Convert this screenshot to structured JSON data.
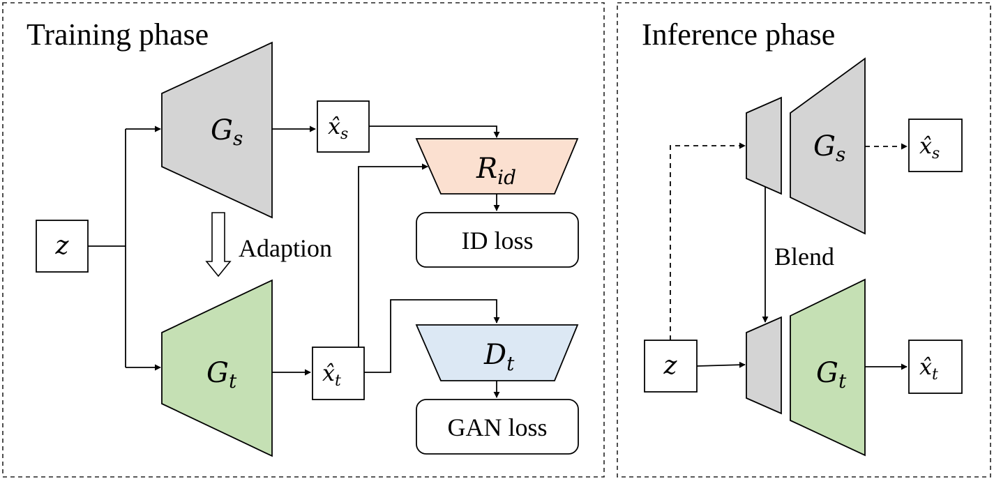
{
  "training": {
    "title": "Training phase",
    "z": "z",
    "gs": {
      "main": "G",
      "sub": "s"
    },
    "gt": {
      "main": "G",
      "sub": "t"
    },
    "xs": {
      "main": "x̂",
      "sub": "s"
    },
    "xt": {
      "main": "x̂",
      "sub": "t"
    },
    "rid": {
      "main": "R",
      "sub": "id"
    },
    "dt": {
      "main": "D",
      "sub": "t"
    },
    "adaption": "Adaption",
    "id_loss": "ID loss",
    "gan_loss": "GAN loss"
  },
  "inference": {
    "title": "Inference phase",
    "z": "z",
    "gs": {
      "main": "G",
      "sub": "s"
    },
    "gt": {
      "main": "G",
      "sub": "t"
    },
    "xs": {
      "main": "x̂",
      "sub": "s"
    },
    "xt": {
      "main": "x̂",
      "sub": "t"
    },
    "blend": "Blend"
  },
  "colors": {
    "gray": "#d4d4d4",
    "green": "#c5e0b4",
    "peach": "#fbe0d0",
    "blue": "#dce8f4"
  }
}
